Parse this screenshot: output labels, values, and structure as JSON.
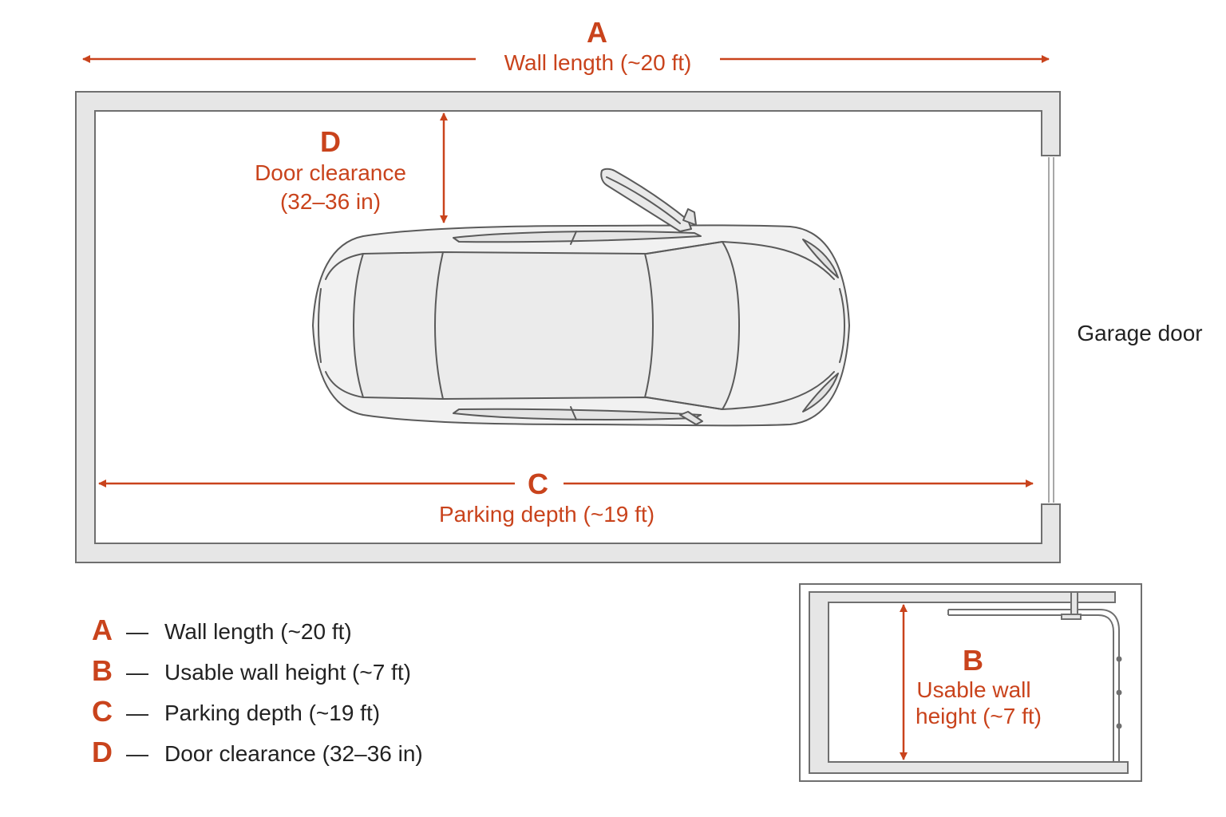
{
  "colors": {
    "accent": "#c9431c",
    "wall_fill": "#e6e6e6",
    "wall_stroke": "#6f6f6f",
    "text_dark": "#222222",
    "car_fill": "#f1f1f1",
    "car_stroke": "#5a5a5a"
  },
  "dimensions": {
    "a": {
      "letter": "A",
      "text": "Wall length (~20 ft)"
    },
    "b": {
      "letter": "B",
      "line1": "Usable wall",
      "line2": "height (~7 ft)"
    },
    "c": {
      "letter": "C",
      "text": "Parking depth (~19 ft)"
    },
    "d": {
      "letter": "D",
      "line1": "Door clearance",
      "line2": "(32–36 in)"
    }
  },
  "garage_door_label": "Garage door",
  "legend": {
    "dash": "—",
    "items": [
      {
        "letter": "A",
        "text": "Wall length (~20 ft)"
      },
      {
        "letter": "B",
        "text": "Usable wall height (~7 ft)"
      },
      {
        "letter": "C",
        "text": "Parking depth (~19 ft)"
      },
      {
        "letter": "D",
        "text": "Door clearance (32–36 in)"
      }
    ]
  }
}
